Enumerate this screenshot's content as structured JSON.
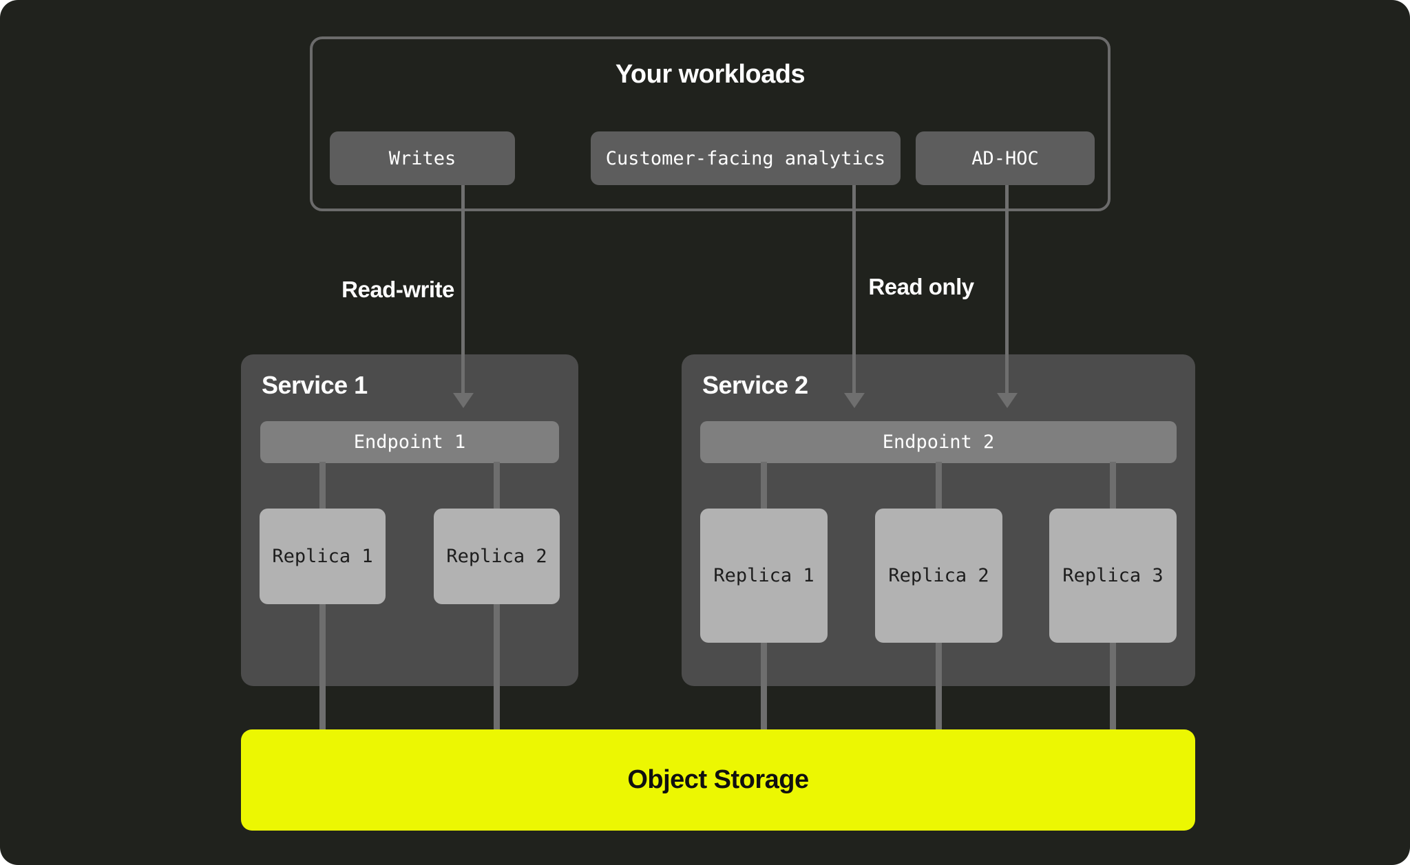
{
  "workloads": {
    "title": "Your workloads",
    "chips": [
      "Writes",
      "Customer-facing analytics",
      "AD-HOC"
    ]
  },
  "flow_labels": {
    "read_write": "Read-write",
    "read_only": "Read only"
  },
  "services": [
    {
      "title": "Service 1",
      "endpoint": "Endpoint 1",
      "replicas": [
        "Replica 1",
        "Replica 2"
      ]
    },
    {
      "title": "Service 2",
      "endpoint": "Endpoint 2",
      "replicas": [
        "Replica 1",
        "Replica 2",
        "Replica 3"
      ]
    }
  ],
  "storage": {
    "label": "Object Storage"
  },
  "colors": {
    "background": "#20221d",
    "outline_and_lines": "#6b6b6b",
    "workload_chip": "#5d5d5d",
    "service_panel": "#4c4c4c",
    "endpoint_bar": "#7f7f7f",
    "replica_box": "#b2b2b2",
    "storage_accent": "#ecf702",
    "text_light": "#ffffff",
    "text_dark": "#1d1d1d"
  }
}
